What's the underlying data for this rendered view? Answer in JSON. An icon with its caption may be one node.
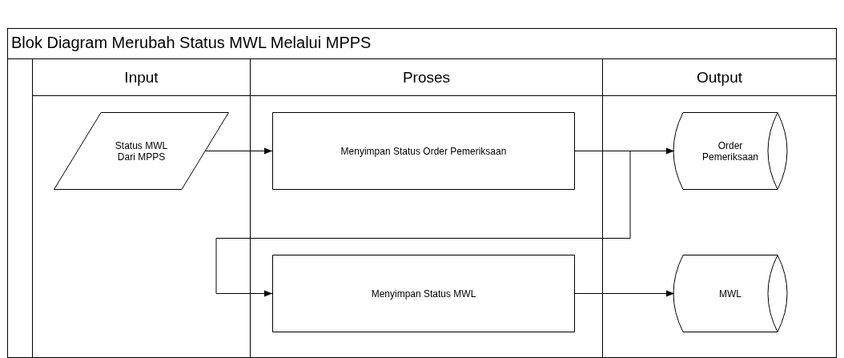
{
  "diagram": {
    "title": "Blok Diagram Merubah Status MWL Melalui MPPS",
    "nodes": [
      {
        "text": [
          "Input"
        ]
      },
      {
        "text": [
          "Proses"
        ]
      },
      {
        "text": [
          "Output"
        ]
      },
      {
        "text": [
          "Status MWL Dari MPPS"
        ],
        "in": 0
      },
      {
        "text": [
          "Menyimpan Status Order Pemeriksaan"
        ],
        "in": 1
      },
      {
        "text": [
          "Order Pemeriksaan"
        ],
        "in": 2
      },
      {
        "text": [
          "Menyimpan Status MWL"
        ],
        "in": 1
      },
      {
        "text": [
          "MWL"
        ],
        "in": 2
      }
    ],
    "edges": [
      {
        "from": 3,
        "to": 4,
        "arrow": "to"
      },
      {
        "from": 4,
        "to": 5,
        "arrow": "to"
      },
      {
        "from": 4,
        "to": 6,
        "arrow": "to"
      },
      {
        "from": 6,
        "to": 7,
        "arrow": "to"
      }
    ]
  }
}
